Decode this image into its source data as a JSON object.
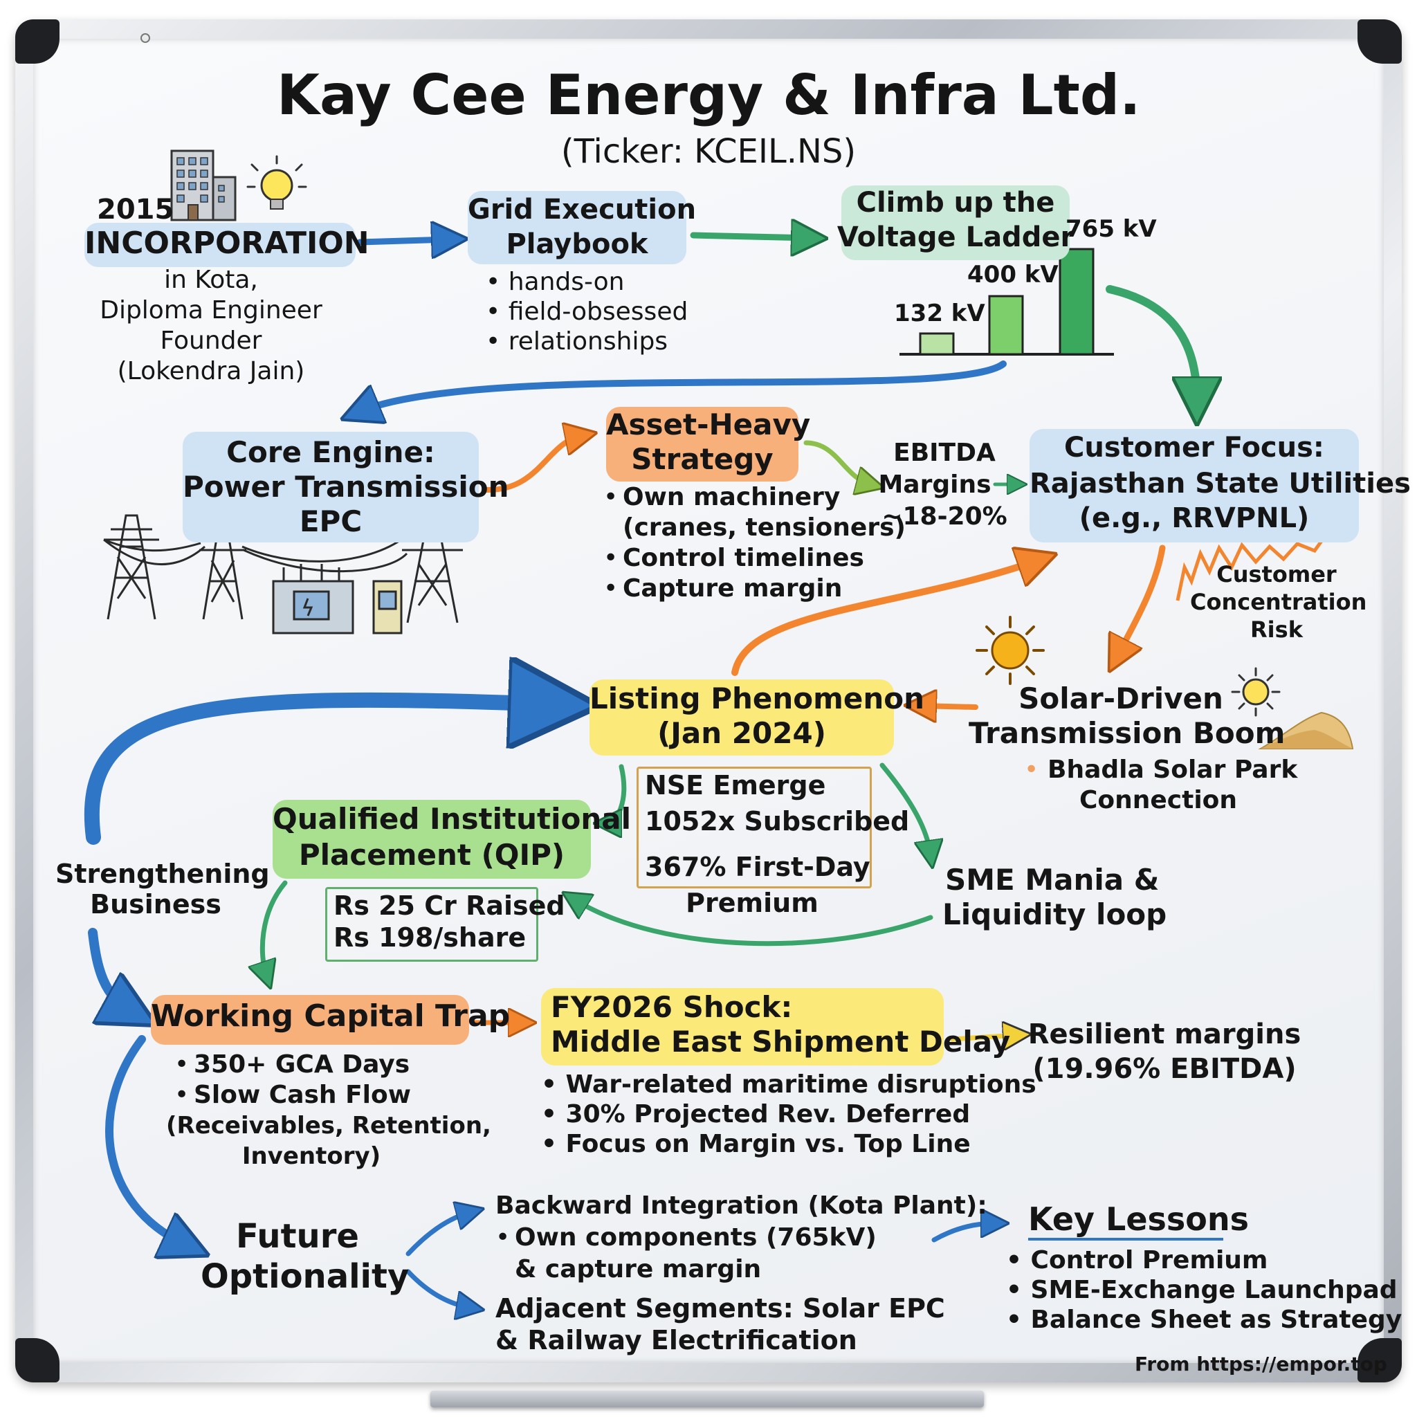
{
  "title": "Kay Cee Energy & Infra Ltd.",
  "ticker": "(Ticker: KCEIL.NS)",
  "incorporation": {
    "year": "2015",
    "label": "INCORPORATION",
    "lines": [
      "in Kota,",
      "Diploma Engineer",
      "Founder",
      "(Lokendra Jain)"
    ]
  },
  "playbook": {
    "title": [
      "Grid Execution",
      "Playbook"
    ],
    "bullets": [
      "hands-on",
      "field-obsessed",
      "relationships"
    ]
  },
  "voltage": {
    "title": [
      "Climb up the",
      "Voltage Ladder"
    ],
    "bars": [
      {
        "label": "132 kV",
        "level": 0.2,
        "color": "#b9e3a4"
      },
      {
        "label": "400 kV",
        "level": 0.55,
        "color": "#7ccf6a"
      },
      {
        "label": "765 kV",
        "level": 1.0,
        "color": "#3aa95d"
      }
    ]
  },
  "core_engine": {
    "title": [
      "Core Engine:",
      "Power Transmission",
      "EPC"
    ]
  },
  "asset_heavy": {
    "title": [
      "Asset-Heavy",
      "Strategy"
    ],
    "bullets": [
      "Own machinery",
      "Control timelines",
      "Capture margin"
    ],
    "sub": "(cranes, tensioners)"
  },
  "ebitda": {
    "lines": [
      "EBITDA",
      "Margins",
      "~18-20%"
    ]
  },
  "customer": {
    "title": [
      "Customer Focus:",
      "Rajasthan State Utilities",
      "(e.g., RRVPNL)"
    ],
    "risk": [
      "Customer",
      "Concentration",
      "Risk"
    ]
  },
  "solar": {
    "title": [
      "Solar-Driven",
      "Transmission Boom"
    ],
    "bullet": [
      "Bhadla Solar Park",
      "Connection"
    ]
  },
  "listing": {
    "title": [
      "Listing Phenomenon",
      "(Jan 2024)"
    ],
    "stats": [
      "NSE Emerge",
      "1052x Subscribed",
      "367% First-Day"
    ],
    "stats_tail": "Premium"
  },
  "qip": {
    "title": [
      "Qualified Institutional",
      "Placement (QIP)"
    ],
    "stats": [
      "Rs 25 Cr Raised",
      "Rs 198/share"
    ]
  },
  "sme": {
    "lines": [
      "SME Mania &",
      "Liquidity loop"
    ]
  },
  "strengthening": {
    "lines": [
      "Strengthening",
      "Business"
    ]
  },
  "wct": {
    "title": "Working Capital Trap",
    "bullets": [
      "350+ GCA Days",
      "Slow Cash Flow"
    ],
    "sub": [
      "(Receivables, Retention,",
      "Inventory)"
    ]
  },
  "fy2026": {
    "title": [
      "FY2026 Shock:",
      "Middle East Shipment Delay"
    ],
    "bullets": [
      "War-related maritime disruptions",
      "30% Projected Rev. Deferred",
      "Focus on Margin vs. Top Line"
    ]
  },
  "resilient": {
    "lines": [
      "Resilient margins",
      "(19.96% EBITDA)"
    ]
  },
  "future": {
    "lines": [
      "Future",
      "Optionality"
    ]
  },
  "backward": {
    "title": "Backward Integration (Kota Plant):",
    "bullet": "Own components (765kV)",
    "tail": "& capture margin"
  },
  "adjacent": {
    "lines": [
      "Adjacent Segments: Solar EPC",
      "& Railway Electrification"
    ]
  },
  "lessons": {
    "title": "Key Lessons",
    "bullets": [
      "Control Premium",
      "SME-Exchange Launchpad",
      "Balance Sheet as Strategy"
    ]
  },
  "footer": "From https://empor.top",
  "colors": {
    "blue": "#2f76c7",
    "green": "#3aa56a",
    "orange": "#f2852e",
    "yellow": "#f3d13a",
    "olive": "#8cc04a"
  },
  "icons": [
    "building-icon",
    "lightbulb-icon",
    "transmission-tower-icon",
    "substation-icon",
    "sun-icon",
    "desert-dune-icon",
    "zigzag-trend-icon"
  ]
}
